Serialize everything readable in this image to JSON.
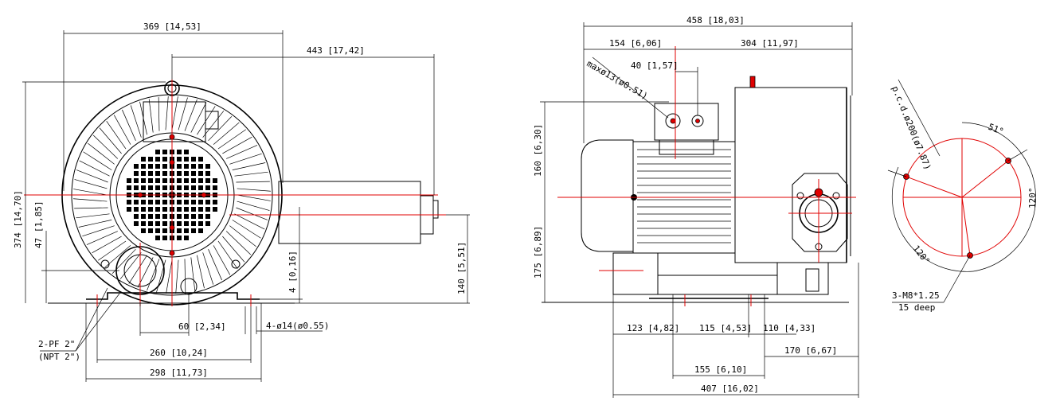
{
  "colors": {
    "line": "#000000",
    "centerline": "#e00000",
    "background": "#ffffff"
  },
  "front_view": {
    "width_top": "369 [14,53]",
    "width_to_motor_end": "443 [17,42]",
    "height_total": "374 [14,70]",
    "inlet_height": "47 [1,85]",
    "feet_offset": "4 [0,16]",
    "shaft_height": "140 [5,51]",
    "port_spacing": "60 [2,34]",
    "bolt_holes": "4-ø14(ø0.55)",
    "port_thread_1": "2-PF 2\"",
    "port_thread_2": "(NPT 2\")",
    "foot_spacing": "260 [10,24]",
    "base_width": "298 [11,73]"
  },
  "side_view": {
    "overall_length": "458 [18,03]",
    "box_offset": "154 [6,06]",
    "box_to_end": "304 [11,97]",
    "box_width": "40 [1,57]",
    "cable_max": "maxø13(ø0.51)",
    "upper_height": "160 [6,30]",
    "lower_height": "175 [6,89]",
    "foot_1": "123 [4,82]",
    "foot_2": "115 [4,53]",
    "foot_3": "110 [4,33]",
    "outlet_offset": "170 [6,67]",
    "center_to_outlet": "155 [6,10]",
    "base_length": "407 [16,02]"
  },
  "flange_view": {
    "pcd": "p.c.d.ø200(ø7.87)",
    "angle_top": "51°",
    "angle_right": "120°",
    "angle_bottom": "120°",
    "tap_1": "3-M8*1.25",
    "tap_2": "15 deep"
  }
}
